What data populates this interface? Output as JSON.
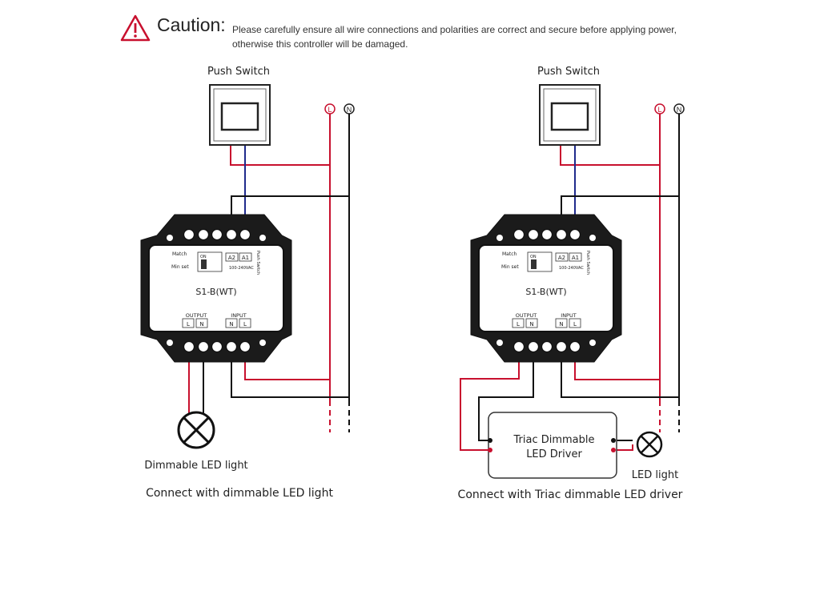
{
  "caution": {
    "title": "Caution:",
    "line1": "Please carefully ensure all wire connections and polarities are correct and secure before applying power,",
    "line2": "otherwise this controller will be damaged."
  },
  "left": {
    "push_switch": "Push Switch",
    "l_label": "L",
    "n_label": "N",
    "model": "S1-B(WT)",
    "output_label": "OUTPUT",
    "input_label": "INPUT",
    "out_l": "L",
    "out_n": "N",
    "in_n": "N",
    "in_l": "L",
    "a2": "A2",
    "a1": "A1",
    "match_label": "Match",
    "minset_label": "Min set",
    "on_label": "ON",
    "vac_label": "100-240VAC",
    "push_switch_small": "Push Switch",
    "light_label": "Dimmable LED light",
    "caption": "Connect with dimmable LED light"
  },
  "right": {
    "push_switch": "Push Switch",
    "l_label": "L",
    "n_label": "N",
    "model": "S1-B(WT)",
    "output_label": "OUTPUT",
    "input_label": "INPUT",
    "out_l": "L",
    "out_n": "N",
    "in_n": "N",
    "in_l": "L",
    "a2": "A2",
    "a1": "A1",
    "match_label": "Match",
    "minset_label": "Min set",
    "on_label": "ON",
    "vac_label": "100-240VAC",
    "push_switch_small": "Push Switch",
    "driver_line1": "Triac Dimmable",
    "driver_line2": "LED Driver",
    "light_label": "LED light",
    "caption": "Connect with Triac dimmable LED driver"
  },
  "colors": {
    "live_wire": "#c8102e",
    "switch_wire": "#1f2a8c",
    "neutral_wire": "#111111"
  }
}
